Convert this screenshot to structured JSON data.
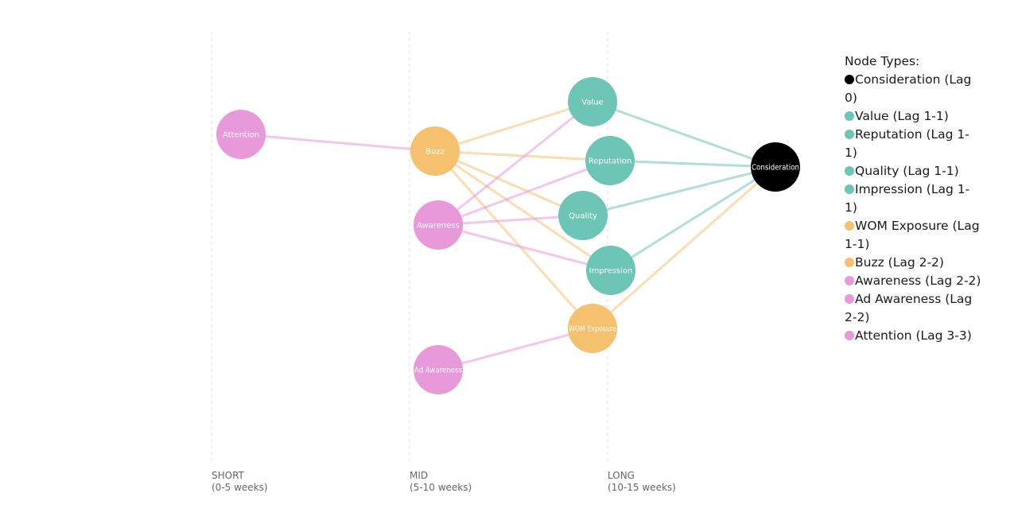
{
  "colors": {
    "outcome": "#000000",
    "long": "#6cc5b5",
    "mid": "#f5c16f",
    "early": "#e899da"
  },
  "phases": [
    {
      "name": "SHORT",
      "range": "(0-5 weeks)"
    },
    {
      "name": "MID",
      "range": "(5-10 weeks)"
    },
    {
      "name": "LONG",
      "range": "(10-15 weeks)"
    }
  ],
  "nodes": [
    {
      "id": "consideration",
      "label": "Consideration",
      "group": "outcome"
    },
    {
      "id": "value",
      "label": "Value",
      "group": "long"
    },
    {
      "id": "reputation",
      "label": "Reputation",
      "group": "long"
    },
    {
      "id": "quality",
      "label": "Quality",
      "group": "long"
    },
    {
      "id": "impression",
      "label": "Impression",
      "group": "long"
    },
    {
      "id": "wom",
      "label": "WOM Exposure",
      "group": "mid"
    },
    {
      "id": "buzz",
      "label": "Buzz",
      "group": "mid"
    },
    {
      "id": "awareness",
      "label": "Awareness",
      "group": "early"
    },
    {
      "id": "adawareness",
      "label": "Ad Awareness",
      "group": "early"
    },
    {
      "id": "attention",
      "label": "Attention",
      "group": "early"
    }
  ],
  "edges": [
    {
      "from": "attention",
      "to": "buzz"
    },
    {
      "from": "buzz",
      "to": "value"
    },
    {
      "from": "buzz",
      "to": "reputation"
    },
    {
      "from": "buzz",
      "to": "quality"
    },
    {
      "from": "buzz",
      "to": "impression"
    },
    {
      "from": "buzz",
      "to": "wom"
    },
    {
      "from": "awareness",
      "to": "value"
    },
    {
      "from": "awareness",
      "to": "reputation"
    },
    {
      "from": "awareness",
      "to": "quality"
    },
    {
      "from": "awareness",
      "to": "impression"
    },
    {
      "from": "adawareness",
      "to": "wom"
    },
    {
      "from": "value",
      "to": "consideration"
    },
    {
      "from": "reputation",
      "to": "consideration"
    },
    {
      "from": "quality",
      "to": "consideration"
    },
    {
      "from": "impression",
      "to": "consideration"
    },
    {
      "from": "wom",
      "to": "consideration"
    }
  ],
  "legend": {
    "title": "Node Types:",
    "items": [
      {
        "text": "Consideration (Lag 0)",
        "group": "outcome"
      },
      {
        "text": "Value (Lag 1-1)",
        "group": "long"
      },
      {
        "text": "Reputation (Lag 1-1)",
        "group": "long"
      },
      {
        "text": "Quality (Lag 1-1)",
        "group": "long"
      },
      {
        "text": "Impression (Lag 1-1)",
        "group": "long"
      },
      {
        "text": "WOM Exposure (Lag 1-1)",
        "group": "mid"
      },
      {
        "text": "Buzz (Lag 2-2)",
        "group": "mid"
      },
      {
        "text": "Awareness (Lag 2-2)",
        "group": "early"
      },
      {
        "text": "Ad Awareness (Lag 2-2)",
        "group": "early"
      },
      {
        "text": "Attention (Lag 3-3)",
        "group": "early"
      }
    ]
  }
}
